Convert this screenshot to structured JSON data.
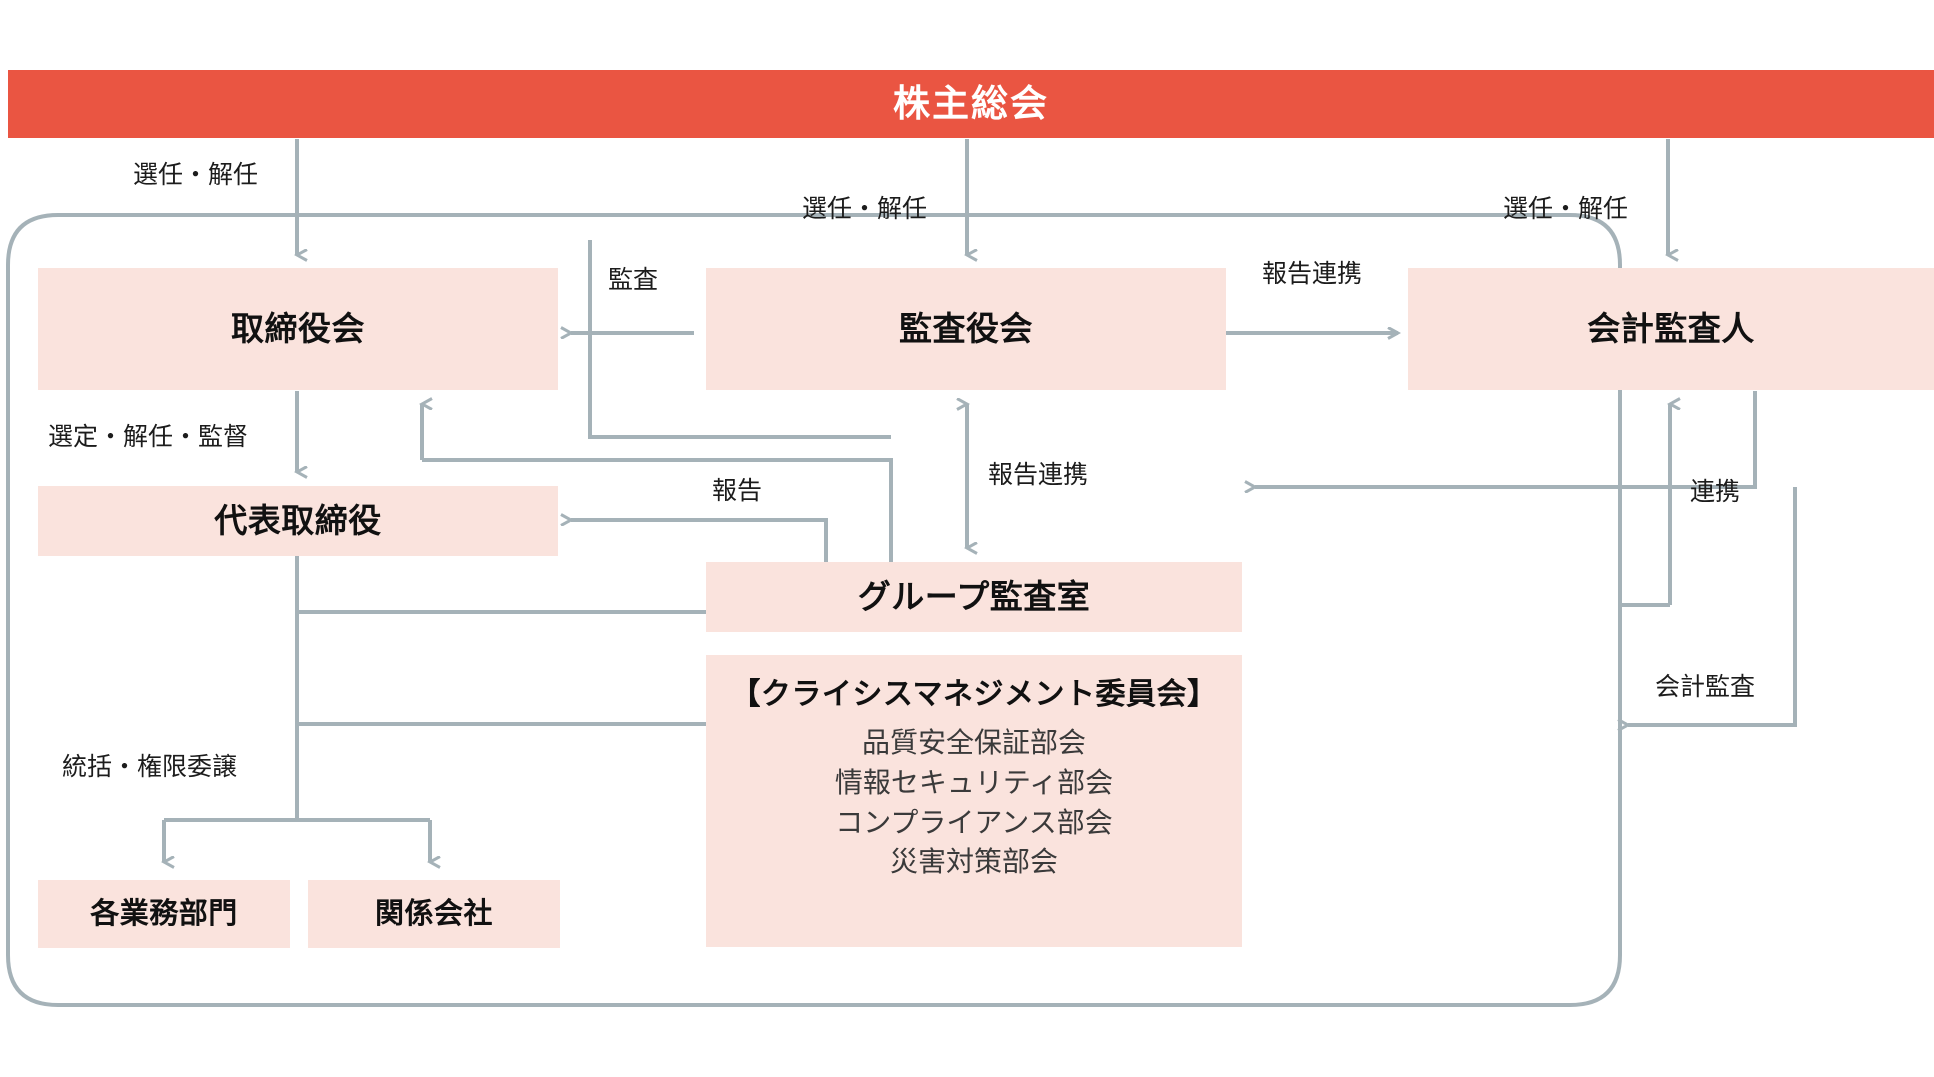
{
  "diagram": {
    "title_banner": {
      "label": "株主総会"
    },
    "nodes": [
      {
        "id": "board",
        "label": "取締役会"
      },
      {
        "id": "auditboard",
        "label": "監査役会"
      },
      {
        "id": "accountant",
        "label": "会計監査人"
      },
      {
        "id": "repdirector",
        "label": "代表取締役"
      },
      {
        "id": "groupaudit",
        "label": "グループ監査室"
      },
      {
        "id": "divisions",
        "label": "各業務部門"
      },
      {
        "id": "affiliates",
        "label": "関係会社"
      }
    ],
    "committee": {
      "title": "【クライシスマネジメント委員会】",
      "subcommittees": [
        "品質安全保証部会",
        "情報セキュリティ部会",
        "コンプライアンス部会",
        "災害対策部会"
      ]
    },
    "edge_labels": [
      {
        "id": "appoint-board",
        "text": "選任・解任"
      },
      {
        "id": "appoint-auditboard",
        "text": "選任・解任"
      },
      {
        "id": "appoint-accountant",
        "text": "選任・解任"
      },
      {
        "id": "audit-board",
        "text": "監査"
      },
      {
        "id": "report-liaison-lr",
        "text": "報告連携"
      },
      {
        "id": "select-dismiss",
        "text": "選定・解任・監督"
      },
      {
        "id": "report-repdirector",
        "text": "報告"
      },
      {
        "id": "report-liaison-vert",
        "text": "報告連携"
      },
      {
        "id": "liaison",
        "text": "連携"
      },
      {
        "id": "accounting-audit",
        "text": "会計監査"
      },
      {
        "id": "control-delegation",
        "text": "統括・権限委譲"
      }
    ],
    "colors": {
      "banner": "#ea5542",
      "box_fill": "#fae3dd",
      "connector": "#a5b2b8",
      "text": "#111111"
    }
  }
}
